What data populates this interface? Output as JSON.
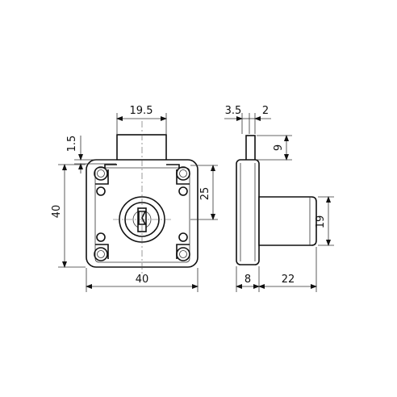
{
  "dimensions": {
    "bolt_width": "19.5",
    "bolt_offset": "1.5",
    "body_height": "40",
    "body_width": "40",
    "hole_spacing": "25",
    "plate_thickness": "3.5",
    "flange": "2",
    "bolt_height": "9",
    "body_depth": "8",
    "cylinder_length": "22",
    "cylinder_diameter": "19"
  }
}
